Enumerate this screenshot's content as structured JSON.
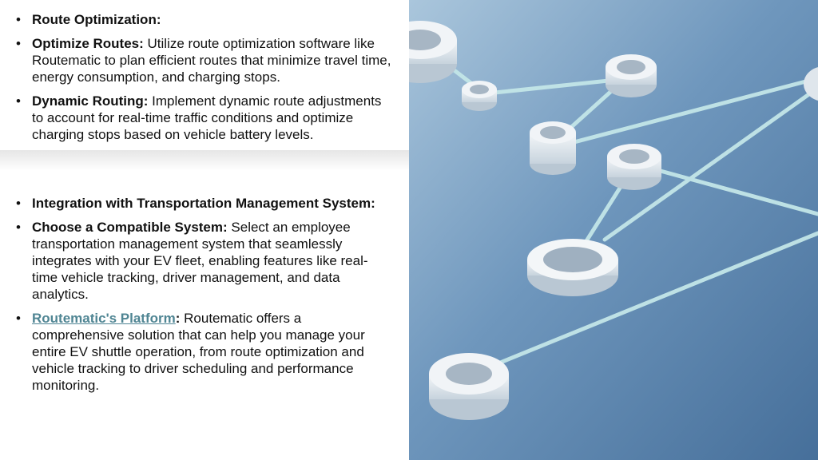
{
  "group1": {
    "items": [
      {
        "bold": "Route Optimization:",
        "text": ""
      },
      {
        "bold": "Optimize Routes:",
        "text": " Utilize route optimization software like Routematic to plan efficient routes that minimize travel time, energy consumption, and charging stops."
      },
      {
        "bold": "Dynamic Routing:",
        "text": " Implement dynamic route adjustments to account for real-time traffic conditions and optimize charging stops based on vehicle battery levels."
      }
    ]
  },
  "group2": {
    "items": [
      {
        "bold": "Integration with Transportation Management System:",
        "text": ""
      },
      {
        "bold": "Choose a Compatible System:",
        "text": " Select an employee transportation management system that seamlessly integrates with your EV fleet, enabling features like real-time vehicle tracking, driver management, and data analytics."
      }
    ],
    "link_item": {
      "link": "Routematic's Platform",
      "colon": ":",
      "text": " Routematic offers a comprehensive solution that can help you manage your entire EV shuttle operation, from route optimization and vehicle tracking to driver scheduling and performance monitoring."
    }
  },
  "bullet_glyph": "•",
  "image": {
    "subject": "network-nodes-image"
  },
  "colors": {
    "link": "#4f8593",
    "background_blue": "#5d86ad",
    "ring": "#e9eef2",
    "line": "#b9e0e3"
  }
}
